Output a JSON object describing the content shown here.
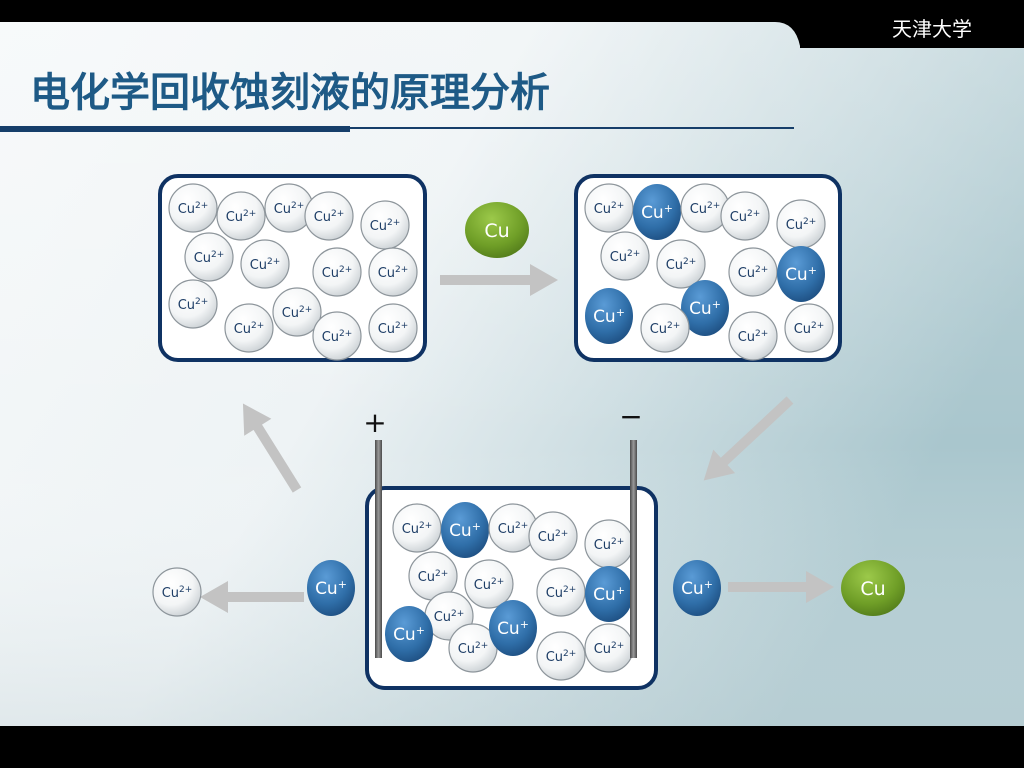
{
  "header": {
    "title": "电化学回收蚀刻液的原理分析",
    "institution": "天津大学"
  },
  "labels": {
    "cu2": "Cu",
    "cu2_charge": "2+",
    "cu1": "Cu",
    "cu1_charge": "+",
    "cu_metal": "Cu",
    "anode_sign": "+",
    "cathode_sign": "−"
  },
  "colors": {
    "title": "#1e5a86",
    "box_border": "#0f3263",
    "ion_blue": "#2f6ea8",
    "cu_green": "#6f9e27",
    "arrow_gray": "#c3c3c3"
  }
}
